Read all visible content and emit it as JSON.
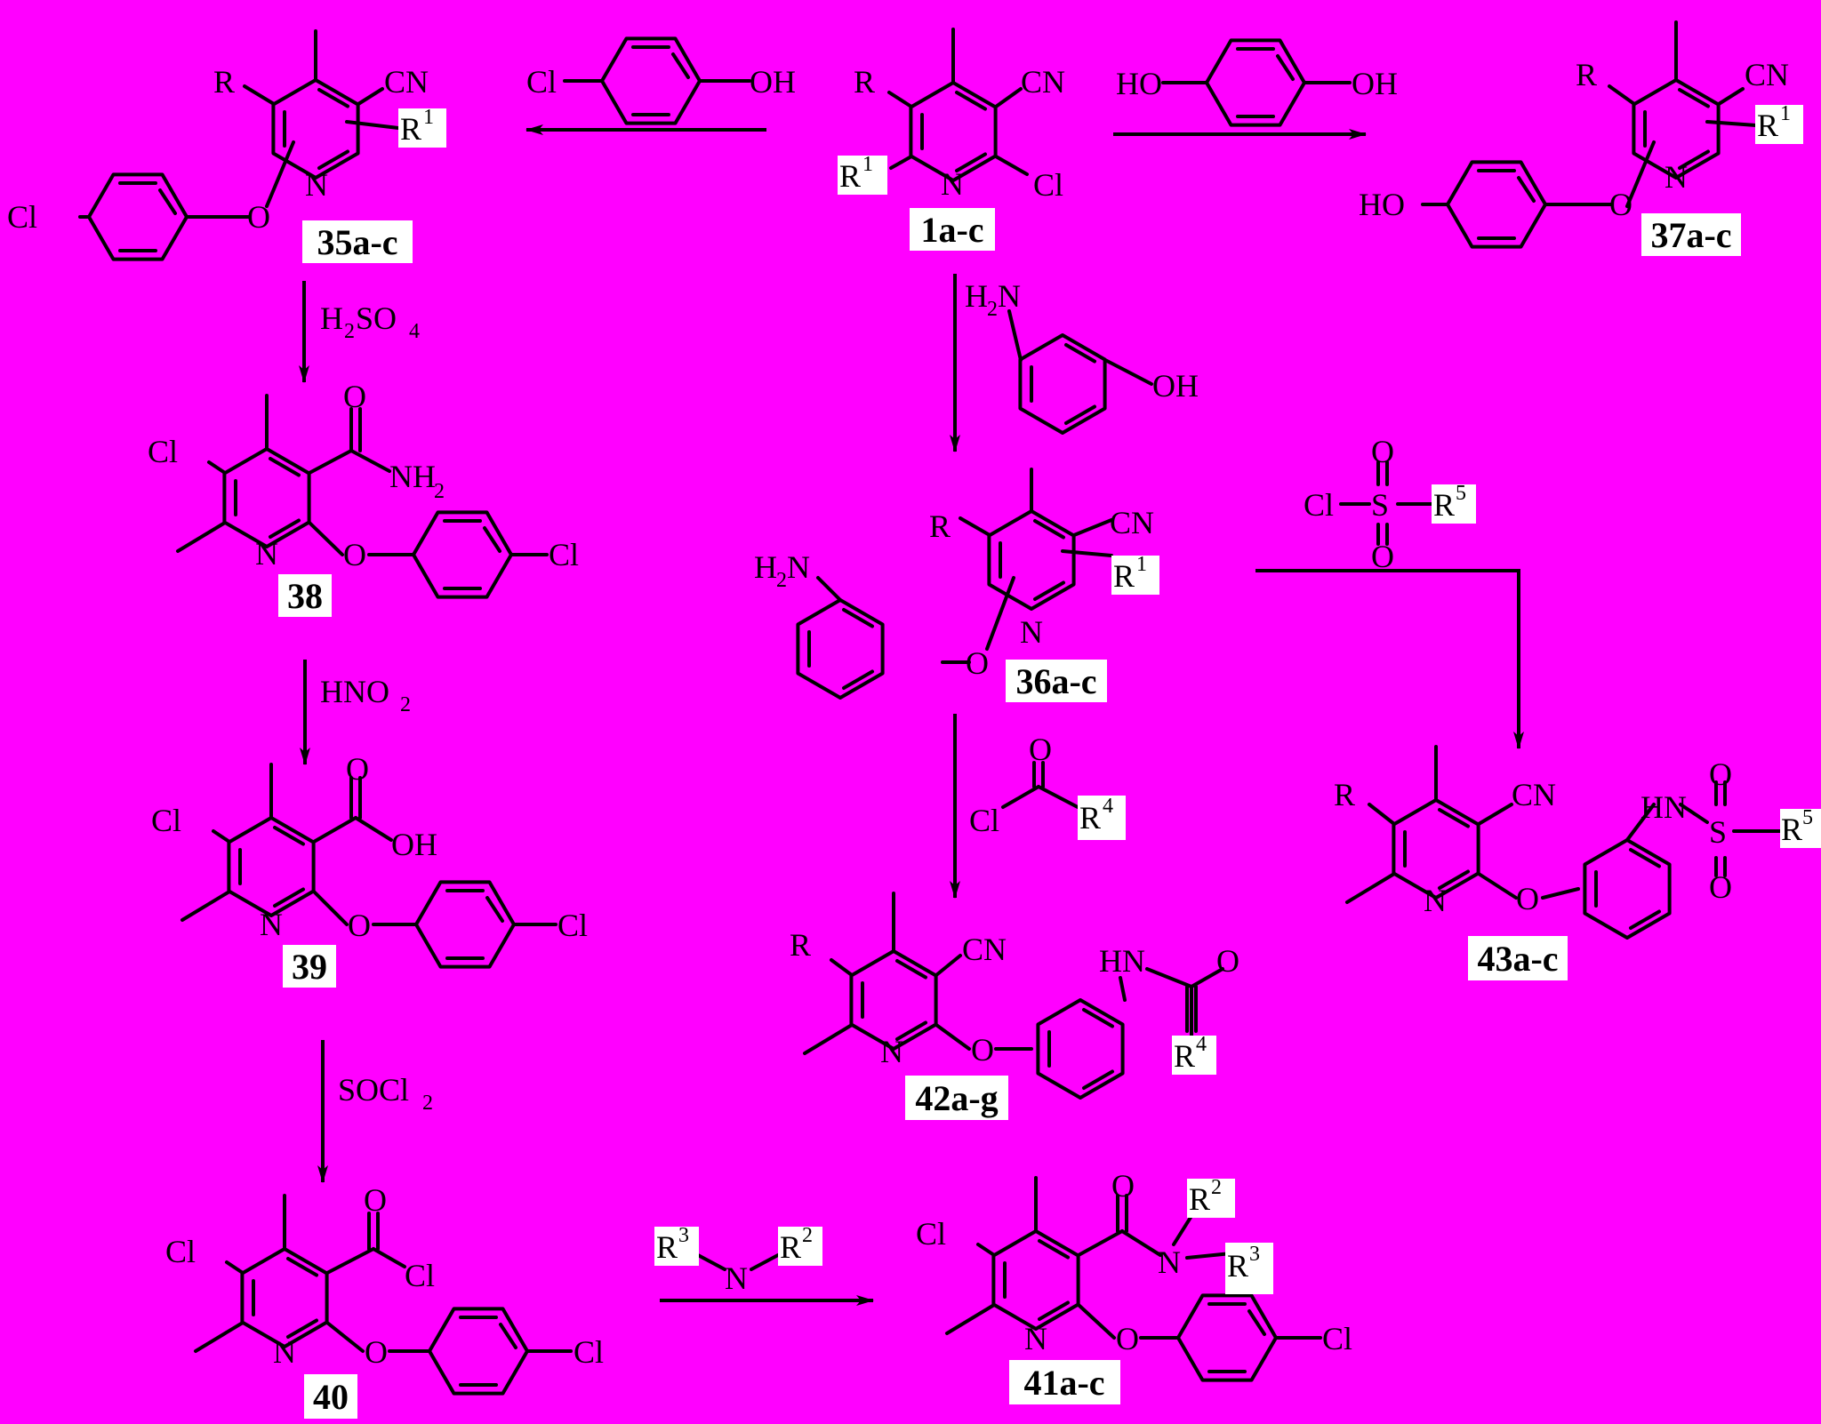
{
  "atoms": {
    "r": "R",
    "cn": "CN",
    "n": "N",
    "o": "O",
    "cl": "Cl",
    "oh": "OH",
    "ho": "HO",
    "h": "H",
    "hn": "HN",
    "s": "S",
    "nh": "NH",
    "sub2": "2",
    "r1": "R",
    "r1_sup": "1",
    "r2": "R",
    "r2_sup": "2",
    "r3": "R",
    "r3_sup": "3",
    "r4": "R",
    "r4_sup": "4",
    "r5": "R",
    "r5_sup": "5"
  },
  "compounds": {
    "c1": "1a-c",
    "c35": "35a-c",
    "c36": "36a-c",
    "c37": "37a-c",
    "c38": "38",
    "c39": "39",
    "c40": "40",
    "c41": "41a-c",
    "c42": "42a-g",
    "c43": "43a-c"
  },
  "reagents": {
    "h2so4_a": "H",
    "h2so4_sub1": "2",
    "h2so4_b": "SO",
    "h2so4_sub2": "4",
    "hno2_a": "HNO",
    "hno2_sub": "2",
    "socl2_a": "SOCl",
    "socl2_sub": "2"
  }
}
